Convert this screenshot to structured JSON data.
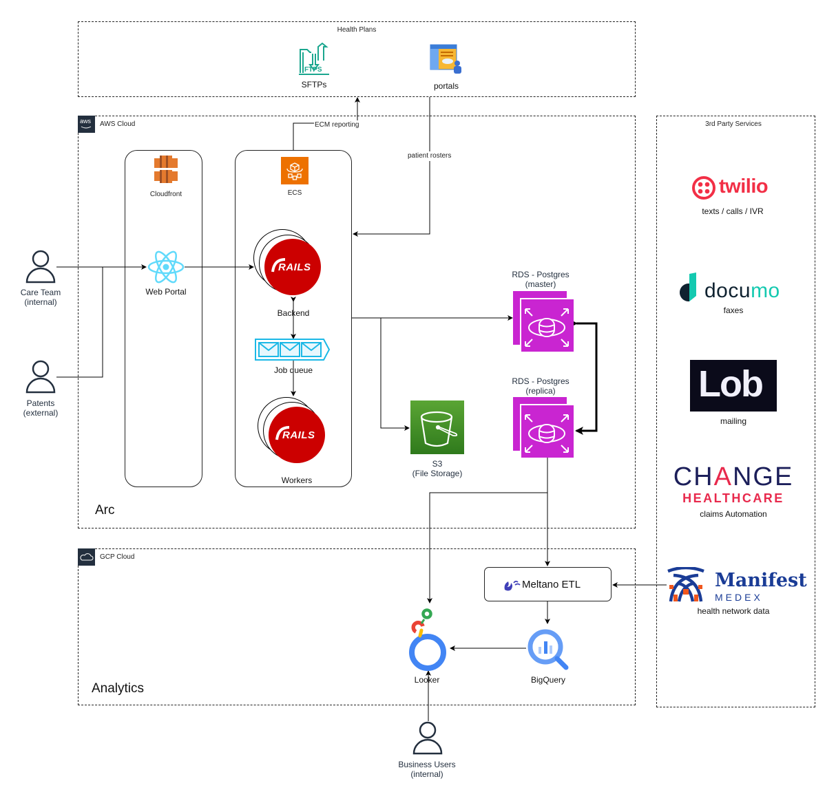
{
  "groups": {
    "health_plans": {
      "title": "Health Plans"
    },
    "aws_cloud": {
      "title": "AWS Cloud",
      "badge": "aws",
      "section_title": "Arc"
    },
    "gcp_cloud": {
      "title": "GCP Cloud",
      "section_title": "Analytics"
    },
    "third_party": {
      "title": "3rd Party Services"
    }
  },
  "actors": {
    "care_team": {
      "line1": "Care Team",
      "line2": "(internal)"
    },
    "patients": {
      "line1": "Patents",
      "line2": "(external)"
    },
    "business_users": {
      "line1": "Business Users",
      "line2": "(internal)"
    }
  },
  "health_plans": {
    "sftp": {
      "label": "SFTPs",
      "icon_text": "FTPS"
    },
    "portals": {
      "label": "portals"
    }
  },
  "aws": {
    "cloudfront": {
      "label": "Cloudfront"
    },
    "web_portal": {
      "label": "Web Portal"
    },
    "ecs": {
      "label": "ECS"
    },
    "backend": {
      "label": "Backend",
      "logo_text": "RAILS"
    },
    "job_queue": {
      "label": "Job queue"
    },
    "workers": {
      "label": "Workers",
      "logo_text": "RAILS"
    },
    "s3": {
      "line1": "S3",
      "line2": "(File Storage)"
    },
    "rds_master": {
      "line1": "RDS - Postgres",
      "line2": "(master)"
    },
    "rds_replica": {
      "line1": "RDS - Postgres",
      "line2": "(replica)"
    }
  },
  "edges": {
    "ecm_reporting": "ECM reporting",
    "patient_rosters": "patient rosters"
  },
  "gcp": {
    "meltano": {
      "label": "Meltano ETL"
    },
    "bigquery": {
      "label": "BigQuery"
    },
    "looker": {
      "label": "Looker"
    }
  },
  "third_party": {
    "twilio": {
      "brand": "twilio",
      "caption": "texts / calls / IVR",
      "color": "#f22f46"
    },
    "documo": {
      "brand_a": "docu",
      "brand_b": "mo",
      "caption": "faxes",
      "color": "#0f2230",
      "accent": "#14c9b0"
    },
    "lob": {
      "brand": "Lob",
      "caption": "mailing",
      "bg": "#0b0b1a"
    },
    "change": {
      "brand_pre": "CH",
      "brand_mid": "A",
      "brand_post": "NGE",
      "brand_sub": "HEALTHCARE",
      "caption": "claims Automation",
      "color": "#1c1f5a",
      "accent": "#e8294c"
    },
    "manifest": {
      "brand": "Manifest",
      "brand_sub": "MEDEX",
      "caption": "health network data",
      "color": "#1a3c96",
      "accent": "#f0561d"
    }
  },
  "colors": {
    "rds": "#c925d1",
    "s3": "#3f8624",
    "ecs": "#ed7100",
    "rails": "#cc0000",
    "react": "#61dafb",
    "queue": "#1ab8e6",
    "sftp": "#1aa68e",
    "bigquery": "#4285f4"
  }
}
